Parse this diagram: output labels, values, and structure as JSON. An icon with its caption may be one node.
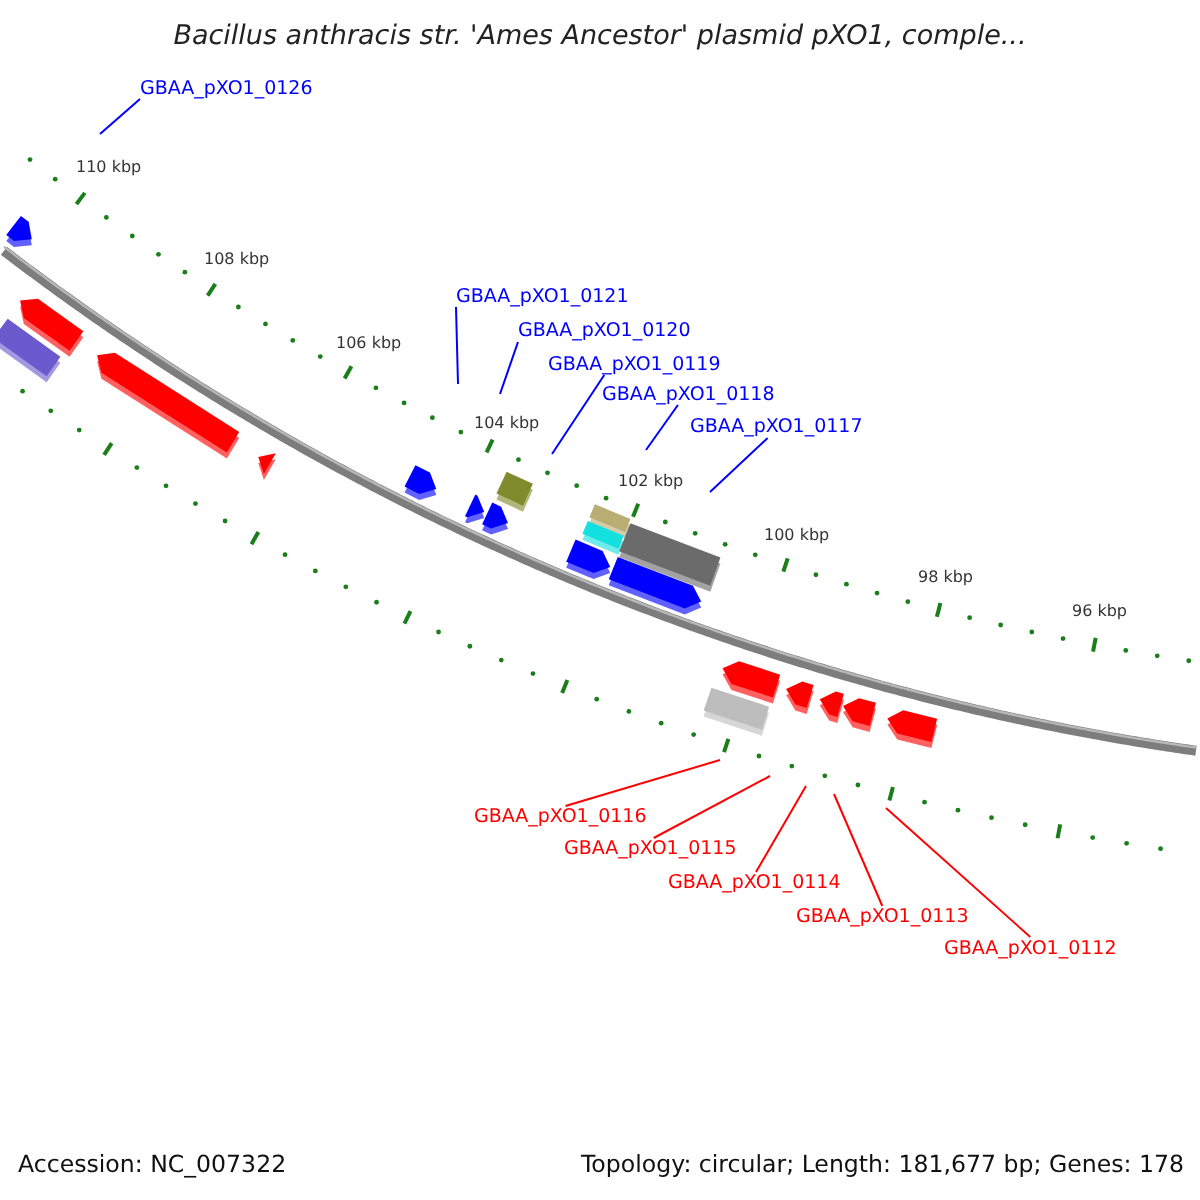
{
  "diagram": {
    "title": "Bacillus anthracis str. 'Ames Ancestor' plasmid pXO1, comple...",
    "nodes": [
      {
        "text": [
          "GBAA_pXO1_0126"
        ]
      },
      {
        "text": [
          "GBAA_pXO1_0121"
        ]
      },
      {
        "text": [
          "GBAA_pXO1_0120"
        ]
      },
      {
        "text": [
          "GBAA_pXO1_0119"
        ]
      },
      {
        "text": [
          "GBAA_pXO1_0118"
        ]
      },
      {
        "text": [
          "GBAA_pXO1_0117"
        ]
      },
      {
        "text": [
          "GBAA_pXO1_0116"
        ]
      },
      {
        "text": [
          "GBAA_pXO1_0115"
        ]
      },
      {
        "text": [
          "GBAA_pXO1_0114"
        ]
      },
      {
        "text": [
          "GBAA_pXO1_0113"
        ]
      },
      {
        "text": [
          "GBAA_pXO1_0112"
        ]
      }
    ],
    "edges": [
      {
        "from": 0,
        "to": null,
        "arrow": "none"
      },
      {
        "from": 1,
        "to": null,
        "arrow": "none"
      },
      {
        "from": 2,
        "to": null,
        "arrow": "none"
      },
      {
        "from": 3,
        "to": null,
        "arrow": "none"
      },
      {
        "from": 4,
        "to": null,
        "arrow": "none"
      },
      {
        "from": 5,
        "to": null,
        "arrow": "none"
      },
      {
        "from": 6,
        "to": null,
        "arrow": "none",
        "color": "#ff0000"
      },
      {
        "from": 7,
        "to": null,
        "arrow": "none",
        "color": "#ff0000"
      },
      {
        "from": 8,
        "to": null,
        "arrow": "none",
        "color": "#ff0000"
      },
      {
        "from": 9,
        "to": null,
        "arrow": "none",
        "color": "#ff0000"
      },
      {
        "from": 10,
        "to": null,
        "arrow": "none",
        "color": "#ff0000"
      }
    ],
    "labels": [
      "110 kbp",
      "108 kbp",
      "106 kbp",
      "104 kbp",
      "102 kbp",
      "100 kbp",
      "98 kbp",
      "96 kbp",
      "Accession: NC_007322",
      "Topology: circular; Length: 181,677 bp; Genes: 178"
    ]
  }
}
